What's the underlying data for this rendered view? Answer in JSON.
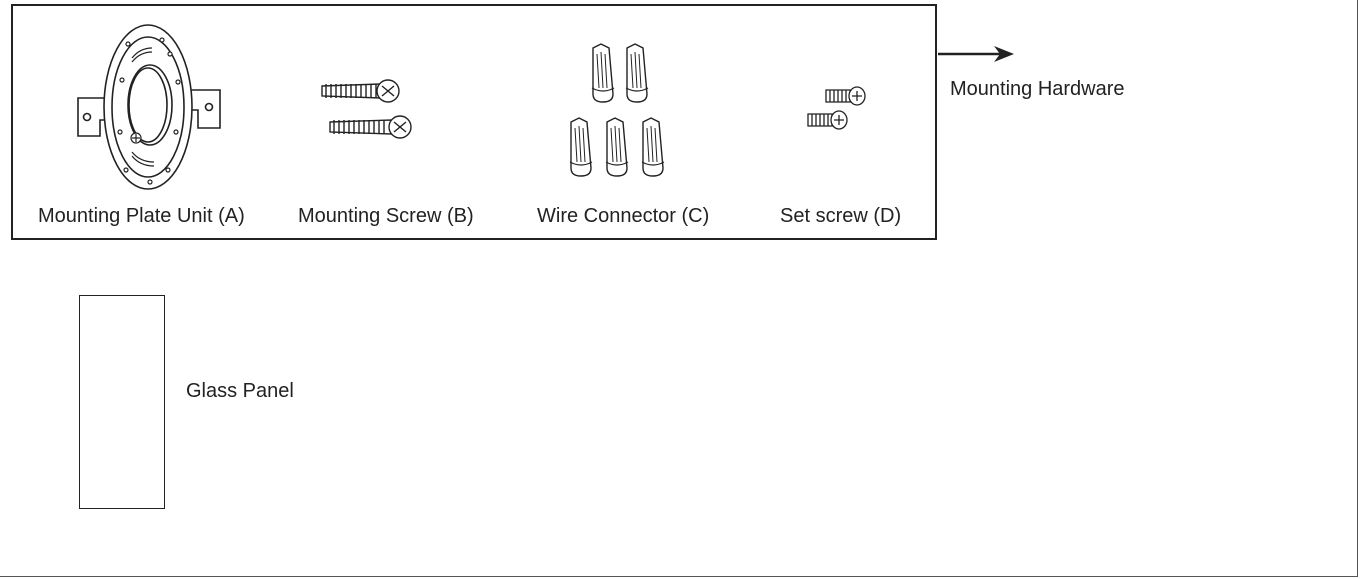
{
  "hardware_group": {
    "callout_label": "Mounting Hardware",
    "parts": [
      {
        "label": "Mounting Plate Unit (A)",
        "icon": "mounting-plate-icon"
      },
      {
        "label": "Mounting Screw (B)",
        "icon": "mounting-screw-icon"
      },
      {
        "label": "Wire Connector (C)",
        "icon": "wire-connector-icon"
      },
      {
        "label": "Set screw (D)",
        "icon": "set-screw-icon"
      }
    ]
  },
  "glass_panel": {
    "label": "Glass Panel"
  },
  "colors": {
    "line": "#222222",
    "background": "#ffffff"
  }
}
